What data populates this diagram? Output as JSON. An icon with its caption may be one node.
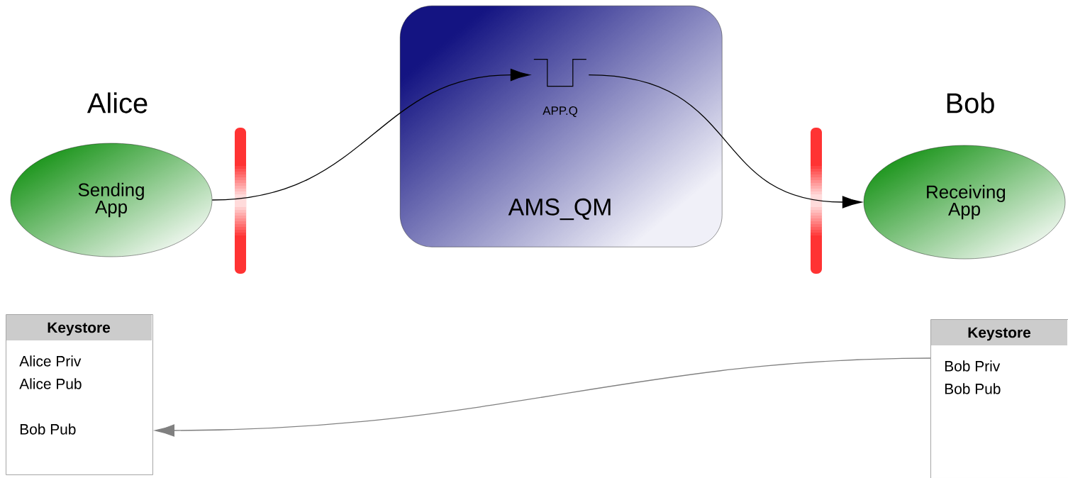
{
  "diagram": {
    "nodes": [
      {
        "text": [
          "AMS_QM"
        ]
      },
      {
        "text": [
          "APP.Q"
        ],
        "in": 0
      },
      {
        "text": [
          "Alice",
          "Sending App"
        ]
      },
      {
        "text": [
          "Bob",
          "Receiving App"
        ]
      },
      {
        "text": [
          "Keystore",
          "Alice Priv",
          "Alice Pub",
          "Bob Pub"
        ]
      },
      {
        "text": [
          "Keystore",
          "Bob Priv",
          "Bob Pub"
        ]
      }
    ],
    "edges": [
      {
        "from": 2,
        "to": 1,
        "arrow": "to"
      },
      {
        "from": 1,
        "to": 3,
        "arrow": "to"
      },
      {
        "from": 5,
        "to": 4,
        "arrow": "to",
        "color": "#808080"
      }
    ]
  }
}
